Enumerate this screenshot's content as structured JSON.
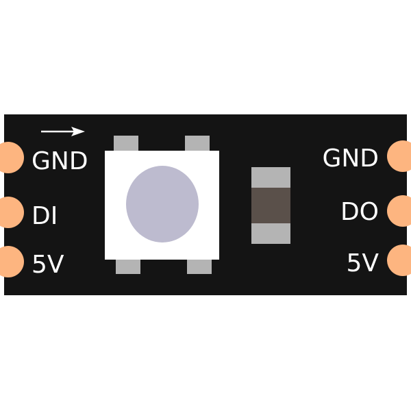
{
  "colors": {
    "background": "#ffffff",
    "pcb": "#141414",
    "pad": "#fdb580",
    "led_body": "#ffffff",
    "led_lens": "#bdbbcf",
    "led_pin": "#b4b4b4",
    "resistor_body": "#5a504a",
    "resistor_cap": "#b4b4b4",
    "arrow": "#ffffff",
    "label": "#ffffff"
  },
  "icons": {
    "direction": "arrow-right-icon"
  },
  "pins": {
    "left": [
      "GND",
      "DI",
      "5V"
    ],
    "right": [
      "GND",
      "DO",
      "5V"
    ]
  }
}
